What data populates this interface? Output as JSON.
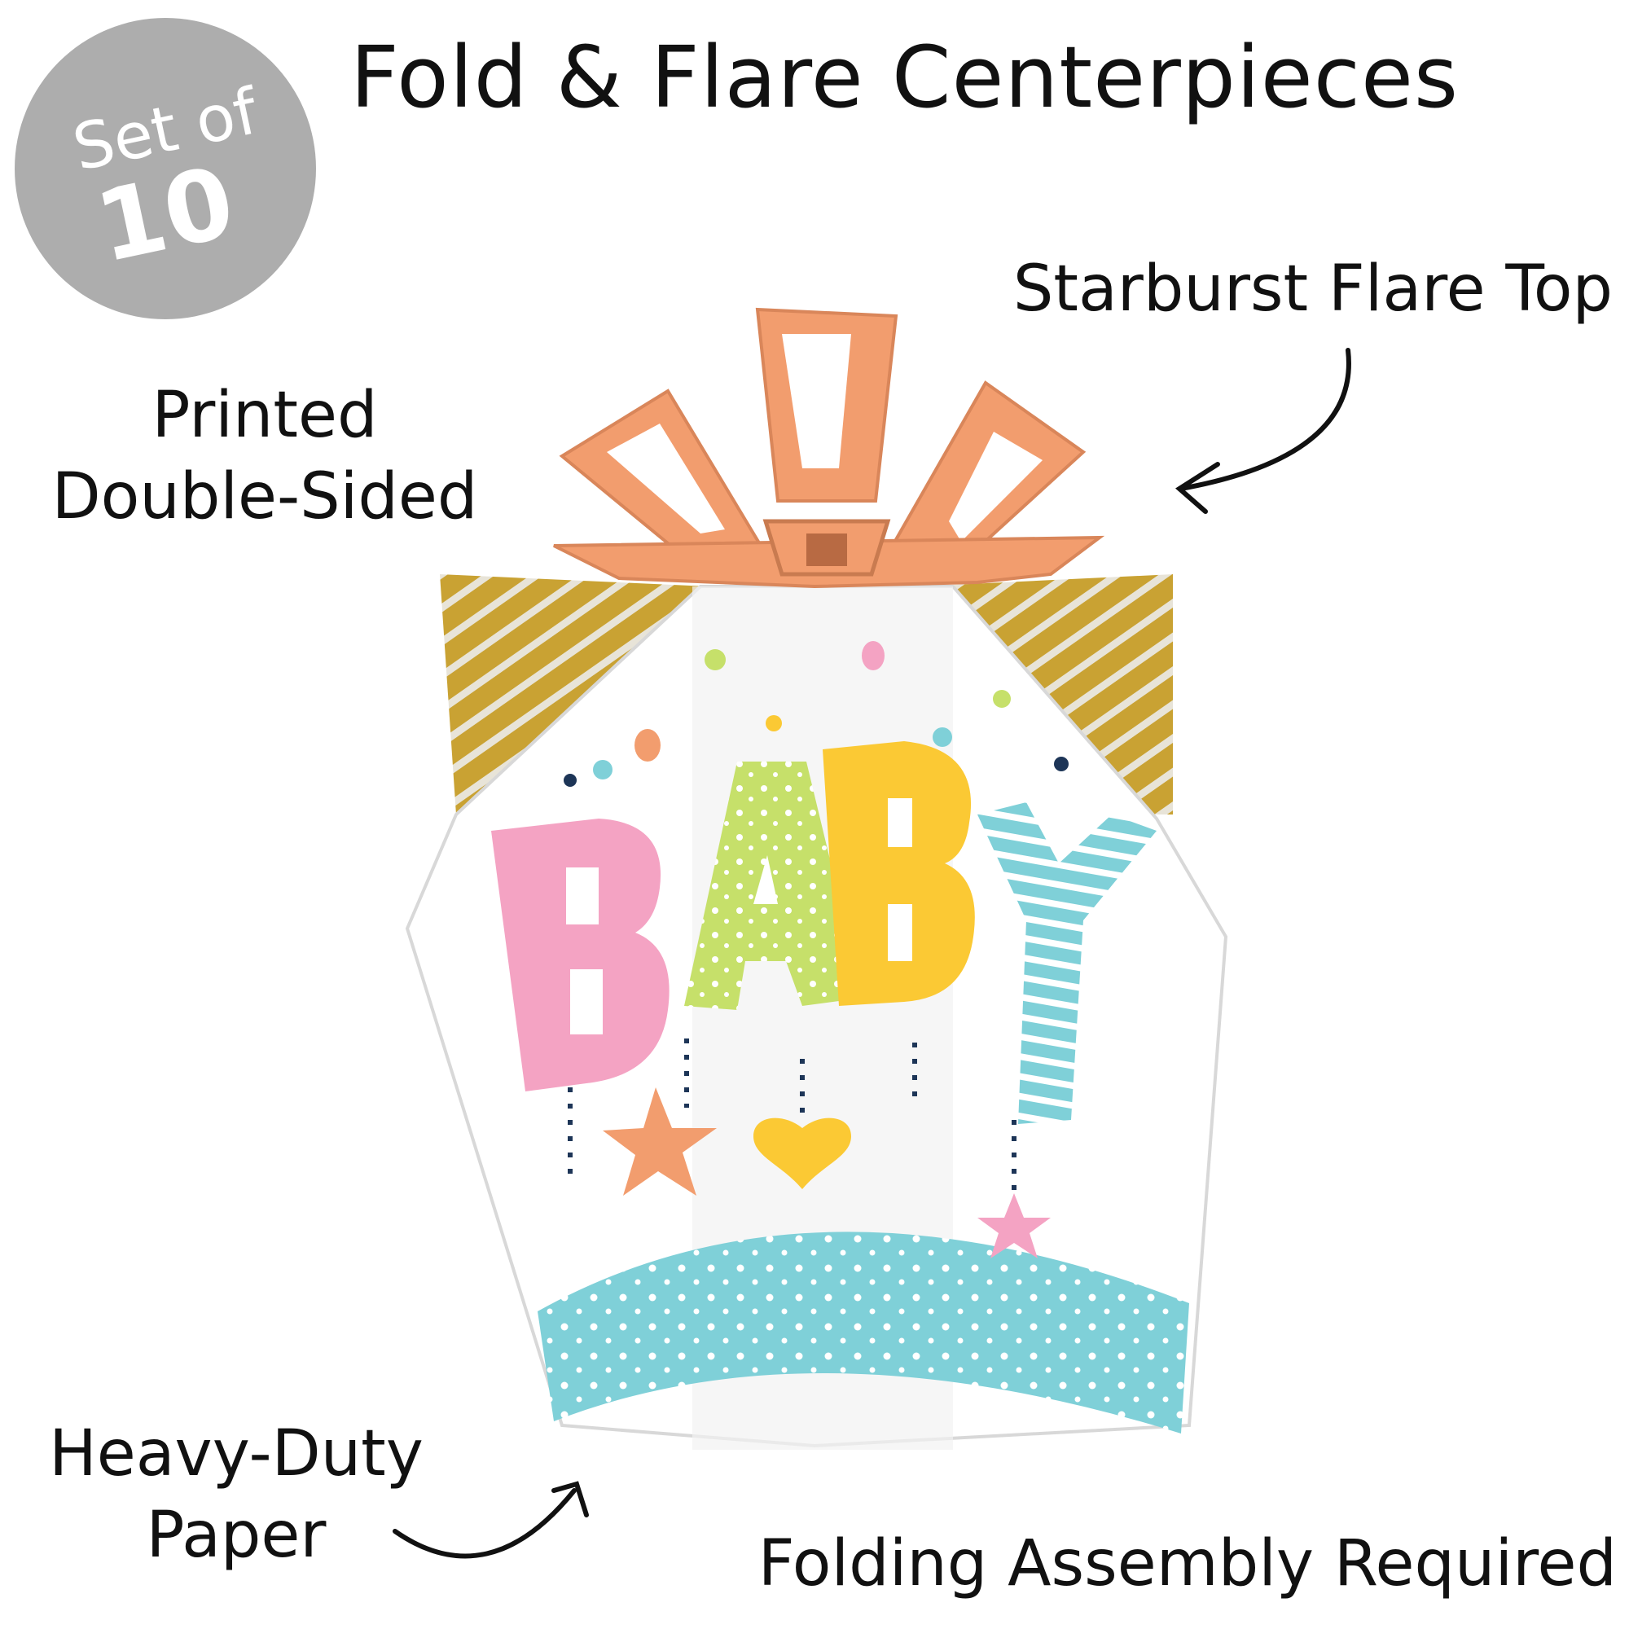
{
  "title": "Fold & Flare Centerpieces",
  "badge": {
    "line1": "Set of",
    "line2": "10"
  },
  "callouts": {
    "printed": [
      "Printed",
      "Double-Sided"
    ],
    "starburst": "Starburst Flare Top",
    "heavy_duty": [
      "Heavy-Duty",
      "Paper"
    ],
    "folding": "Folding Assembly Required"
  },
  "artwork": {
    "word": "BABY"
  },
  "colors": {
    "badge": "#adadad",
    "flare": "#f29d6e",
    "mustard": "#c9a233",
    "pink": "#f4a3c3",
    "lime": "#c6e06a",
    "yellow": "#fbc934",
    "aqua": "#7fd0d8"
  }
}
